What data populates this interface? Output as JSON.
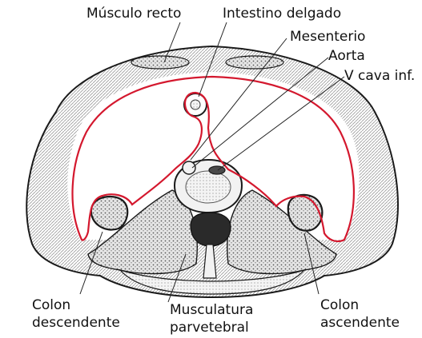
{
  "labels": {
    "musculo_recto": "Músculo recto",
    "intestino_delgado": "Intestino delgado",
    "mesenterio": "Mesenterio",
    "aorta": "Aorta",
    "v_cava_inf": "V cava inf.",
    "colon_descendente_1": "Colon",
    "colon_descendente_2": "descendente",
    "musculatura_1": "Musculatura",
    "musculatura_2": "parvetebral",
    "colon_ascendente_1": "Colon",
    "colon_ascendente_2": "ascendente"
  },
  "colors": {
    "peritoneum": "#d4182e",
    "outline": "#1a1a1a",
    "muscle_fill": "#d8d8d8",
    "vertebra_fill": "#f2f2f2",
    "background": "#ffffff"
  }
}
